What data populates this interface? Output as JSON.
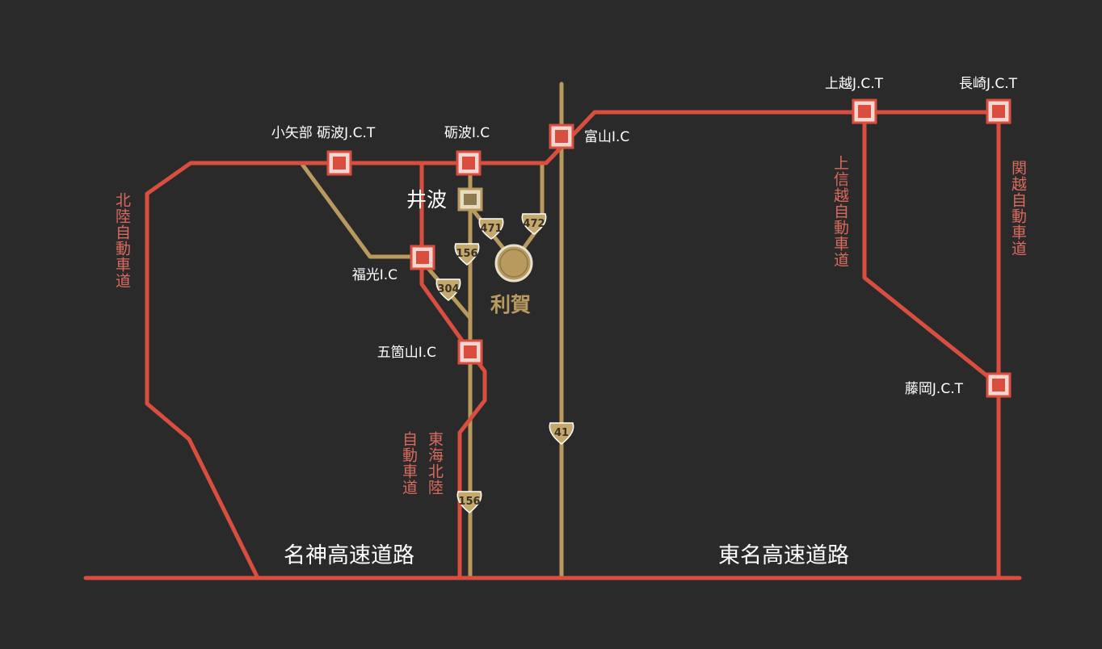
{
  "colors": {
    "background": "#2a2a2a",
    "expressway": "#d94e3f",
    "local_road": "#b89a5e",
    "node_fill": "#f3d6cf",
    "destination": "#b89a5e"
  },
  "highways": {
    "meishin": "名神高速道路",
    "tomei": "東名高速道路",
    "hokuriku": "北陸自動車道",
    "tokai_hokuriku_a": "東海北陸",
    "tokai_hokuriku_b": "自動車道",
    "joshinetsu": "上信越自動車道",
    "kanetsu": "関越自動車道"
  },
  "interchanges": {
    "koyabe": "小矢部 砺波J.C.T",
    "tonami_ic": "砺波I.C",
    "toyama_ic": "富山I.C",
    "joetsu": "上越J.C.T",
    "nagasaki": "長崎J.C.T",
    "fukumitsu": "福光I.C",
    "gokayama": "五箇山I.C",
    "fujioka": "藤岡J.C.T"
  },
  "places": {
    "inami": "井波",
    "destination": "利賀"
  },
  "routes": {
    "r471": "471",
    "r472": "472",
    "r156_top": "156",
    "r304": "304",
    "r41": "41",
    "r156_bottom": "156"
  }
}
